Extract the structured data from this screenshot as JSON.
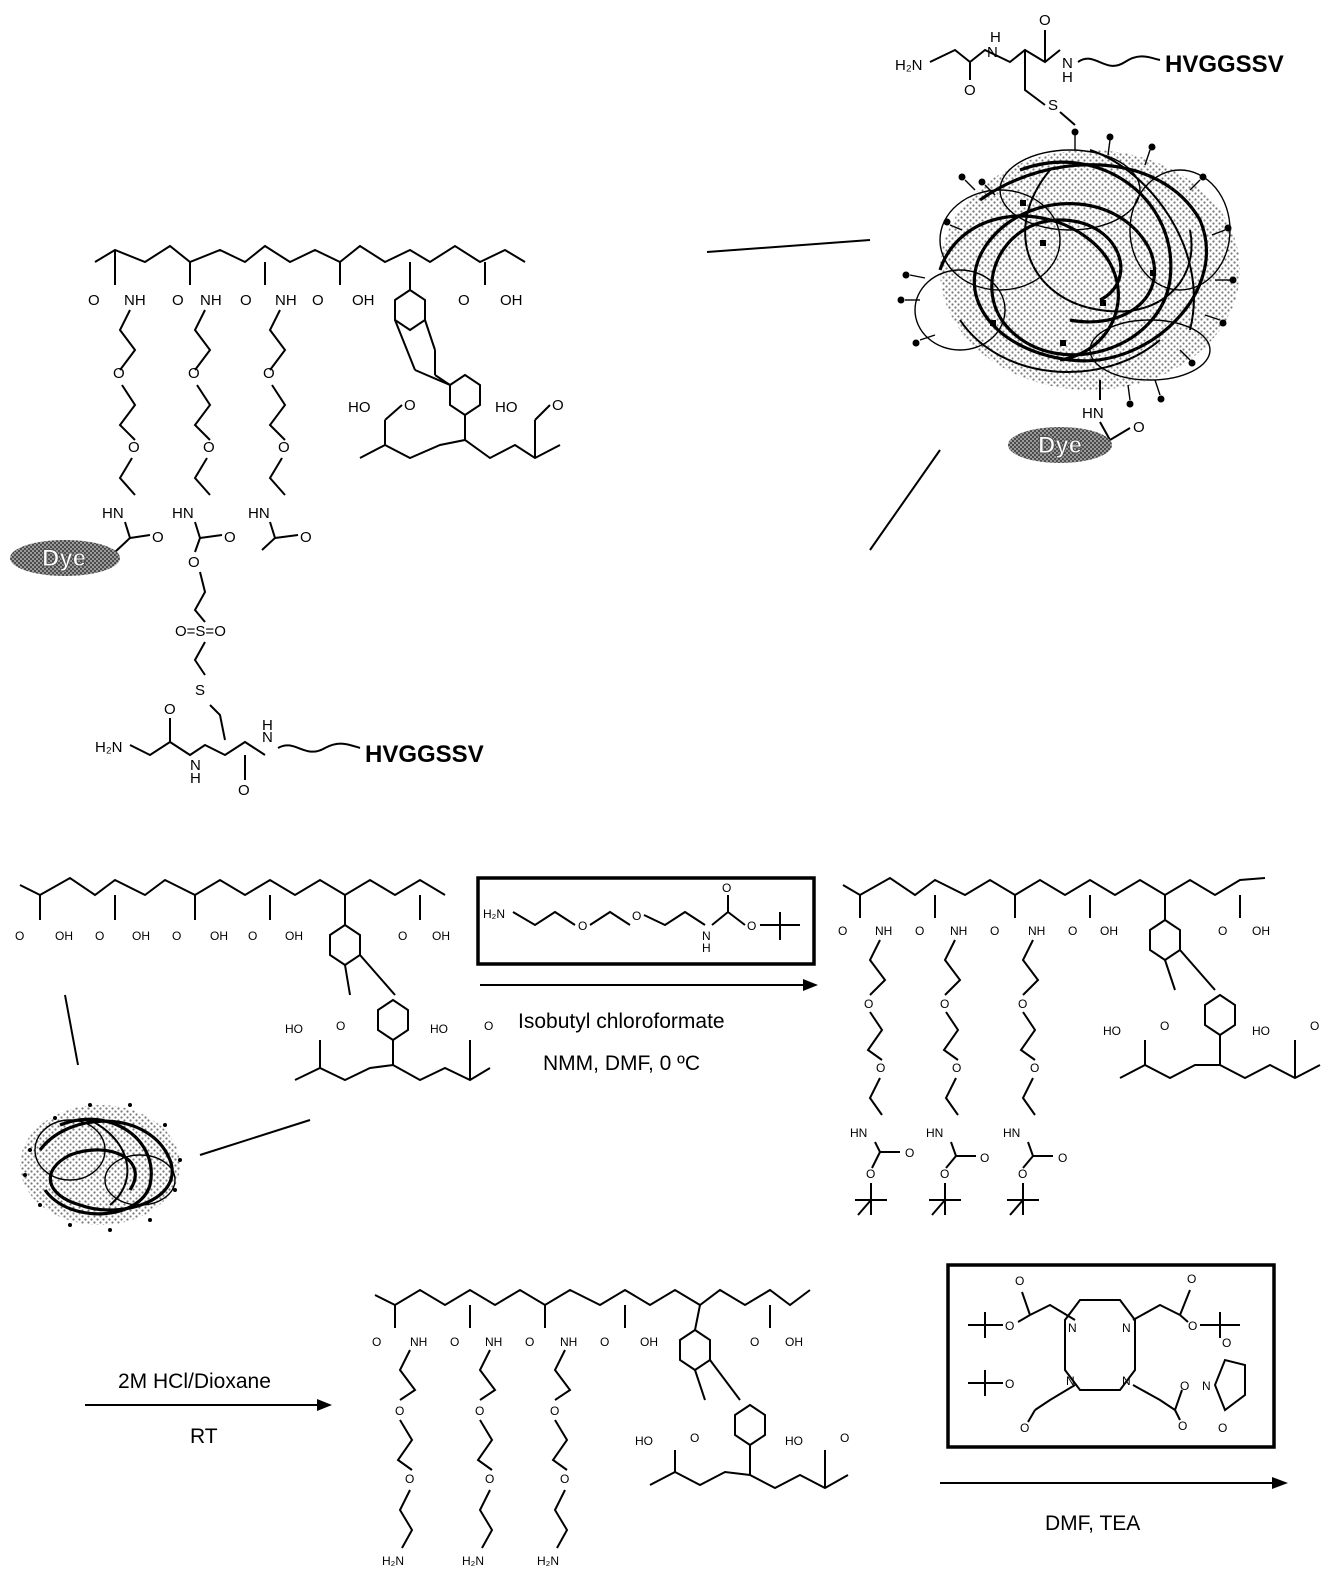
{
  "peptide": "HVGGSSV",
  "dye_label": "Dye",
  "atoms": {
    "h2n": "H₂N",
    "o": "O",
    "nh": "NH",
    "hn": "HN",
    "oh": "OH",
    "ho": "HO",
    "n": "N",
    "h": "H",
    "s": "S",
    "so2": "O=S=O"
  },
  "steps": {
    "step1_reagent": "Isobutyl chloroformate",
    "step1_conditions": "NMM, DMF, 0 ºC",
    "step2_reagent": "2M HCl/Dioxane",
    "step2_conditions": "RT",
    "step3_conditions": "DMF, TEA"
  },
  "colors": {
    "ink": "#000000",
    "stipple": "#bdbdbd",
    "dye_fill": "#8c8c8c"
  }
}
